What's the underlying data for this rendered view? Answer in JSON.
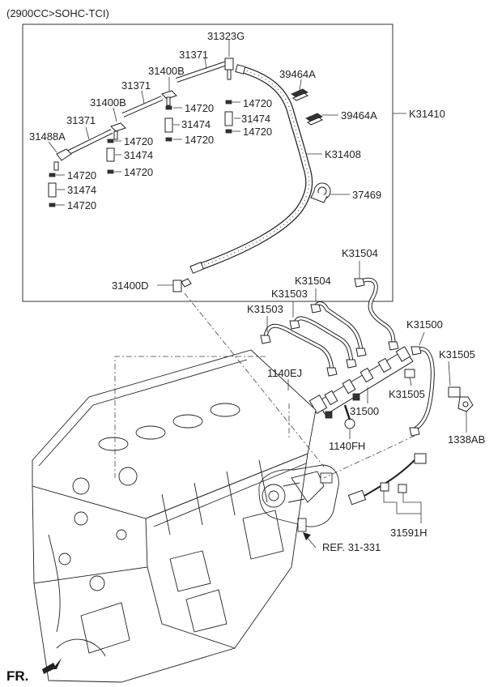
{
  "caption": "(2900CC>SOHC-TCI)",
  "fr_label": "FR.",
  "ref_label": "REF. 31-331",
  "labels": {
    "p31323G": "31323G",
    "p31371a": "31371",
    "p31400Ba": "31400B",
    "p31371b": "31371",
    "p31400Bb": "31400B",
    "p31371c": "31371",
    "p31488A": "31488A",
    "p14720_1": "14720",
    "p31474_1": "31474",
    "p14720_2": "14720",
    "p14720_3": "14720",
    "p31474_2": "31474",
    "p14720_4": "14720",
    "p14720_5": "14720",
    "p31474_3": "31474",
    "p14720_6": "14720",
    "p14720_7": "14720",
    "p31474_4": "31474",
    "p14720_8": "14720",
    "p39464A_1": "39464A",
    "p39464A_2": "39464A",
    "pK31410": "K31410",
    "pK31408": "K31408",
    "p37469": "37469",
    "p31400D": "31400D",
    "pK31504_1": "K31504",
    "pK31504_2": "K31504",
    "pK31503_1": "K31503",
    "pK31503_2": "K31503",
    "pK31500": "K31500",
    "pK31505_1": "K31505",
    "pK31505_2": "K31505",
    "p1140EJ": "1140EJ",
    "p31500": "31500",
    "p1140FH": "1140FH",
    "p1338AB": "1338AB",
    "p31591H": "31591H"
  }
}
